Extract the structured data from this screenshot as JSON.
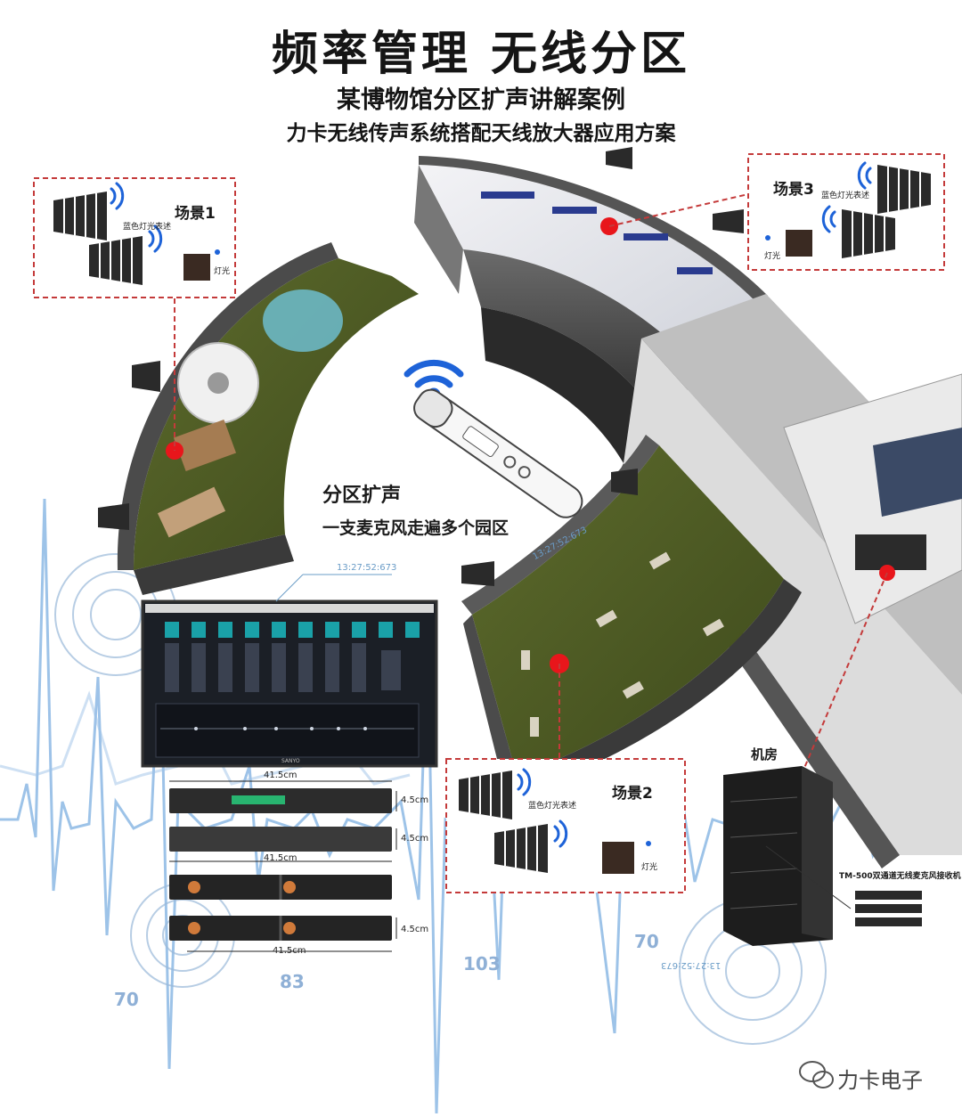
{
  "header": {
    "title": "频率管理 无线分区",
    "subtitle1": "某博物馆分区扩声讲解案例",
    "subtitle2": "力卡无线传声系统搭配天线放大器应用方案"
  },
  "center": {
    "line1": "分区扩声",
    "line2": "一支麦克风走遍多个园区"
  },
  "scene1": {
    "label": "场景1",
    "antenna_note": "蓝色灯光表述",
    "light_label": "灯光"
  },
  "scene2": {
    "label": "场景2",
    "antenna_note": "蓝色灯光表述",
    "light_label": "灯光"
  },
  "scene3": {
    "label": "场景3",
    "antenna_note": "蓝色灯光表述",
    "light_label": "灯光"
  },
  "machine_room": {
    "label": "机房",
    "receiver_label": "TM-500双通道无线麦克风接收机"
  },
  "equipment": {
    "width_top": "41.5cm",
    "height_1": "4.5cm",
    "height_2": "4.5cm",
    "width_mid": "41.5cm",
    "height_3": "4.5cm",
    "width_bottom": "41.5cm"
  },
  "monitor": {
    "timestamp": "13:27:52:673",
    "brand": "SANYO"
  },
  "background_numbers": {
    "n1": "70",
    "n2": "83",
    "n3": "103",
    "n4": "70"
  },
  "timestamps": {
    "t1": "13:27:52:673",
    "t2": "13:27:52:673"
  },
  "watermark": {
    "brand": "力卡电子"
  },
  "colors": {
    "accent_red": "#e8161b",
    "dash_red": "#c43a3a",
    "wifi_blue": "#1e63d8",
    "wave_blue": "#7fb0e0",
    "grass": "#4e5a24"
  },
  "icons": [
    "wifi-icon",
    "handheld-mic-icon",
    "log-periodic-antenna-icon",
    "wall-light-icon",
    "server-rack-icon",
    "wechat-logo-icon"
  ]
}
